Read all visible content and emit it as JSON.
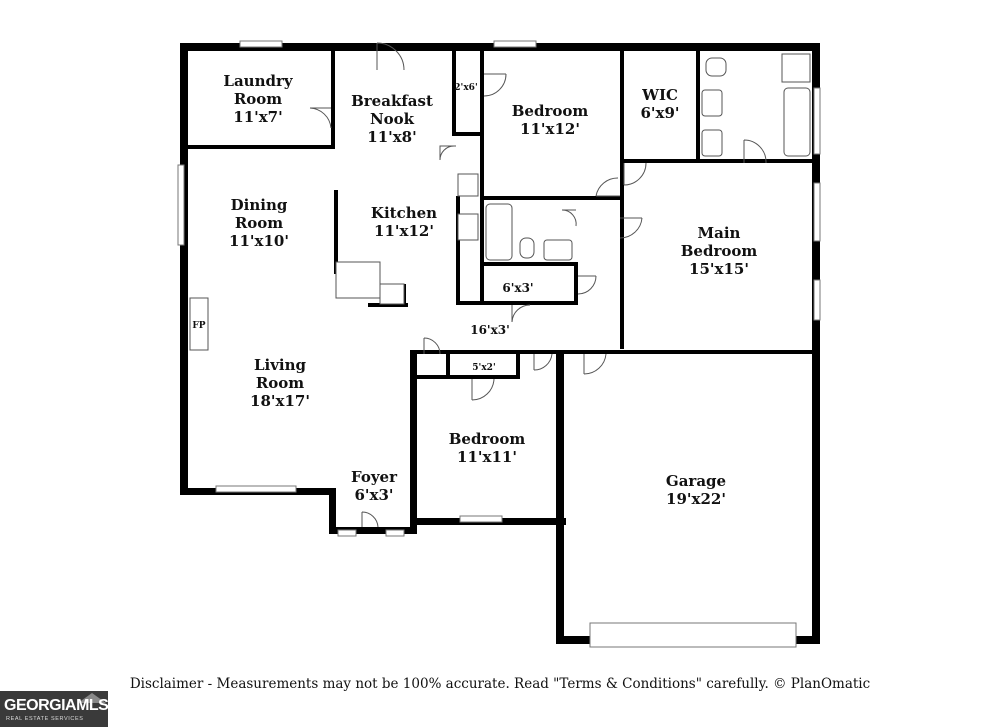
{
  "rooms": {
    "laundry": {
      "name": "Laundry\nRoom",
      "size": "11'x7'"
    },
    "breakfast": {
      "name": "Breakfast\nNook",
      "size": "11'x8'"
    },
    "closet_small": {
      "size": "2'x6'"
    },
    "bedroom_top": {
      "name": "Bedroom",
      "size": "11'x12'"
    },
    "wic": {
      "name": "WIC",
      "size": "6'x9'"
    },
    "dining": {
      "name": "Dining\nRoom",
      "size": "11'x10'"
    },
    "kitchen": {
      "name": "Kitchen",
      "size": "11'x12'"
    },
    "main_bedroom": {
      "name": "Main\nBedroom",
      "size": "15'x15'"
    },
    "closet_mid": {
      "size": "6'x3'"
    },
    "hall": {
      "size": "16'x3'"
    },
    "fireplace": {
      "name": "FP"
    },
    "closet_lower": {
      "size": "5'x2'"
    },
    "living": {
      "name": "Living\nRoom",
      "size": "18'x17'"
    },
    "bedroom_lower": {
      "name": "Bedroom",
      "size": "11'x11'"
    },
    "foyer": {
      "name": "Foyer",
      "size": "6'x3'"
    },
    "garage": {
      "name": "Garage",
      "size": "19'x22'"
    }
  },
  "disclaimer": "Disclaimer - Measurements may not be 100% accurate. Read \"Terms & Conditions\" carefully. © PlanOmatic",
  "logo": {
    "main": "GEORGIAMLS",
    "sub": "REAL ESTATE SERVICES"
  },
  "colors": {
    "wall": "#000000",
    "logo_bg": "#3a3a3a"
  }
}
